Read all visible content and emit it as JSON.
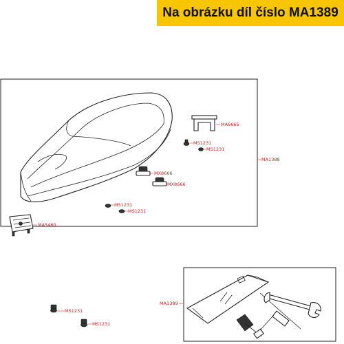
{
  "header": {
    "title": "Na obrázku díl číslo MA1389"
  },
  "labels": {
    "ma6665": "MA6665",
    "ms1231_a": "MS1231",
    "ms1231_b": "MS1231",
    "mx8666_a": "MX8666",
    "mx8666_b": "MX8666",
    "ms1231_c": "MS1231",
    "ms1231_d": "MS1231",
    "ma5460": "MA5460",
    "ma1388": "MA1388",
    "ma1389": "MA1389",
    "ms1231_e": "MS1231",
    "ms1231_f": "MS1231"
  },
  "colors": {
    "banner": "#f7c600",
    "label": "#cc1f1f"
  }
}
